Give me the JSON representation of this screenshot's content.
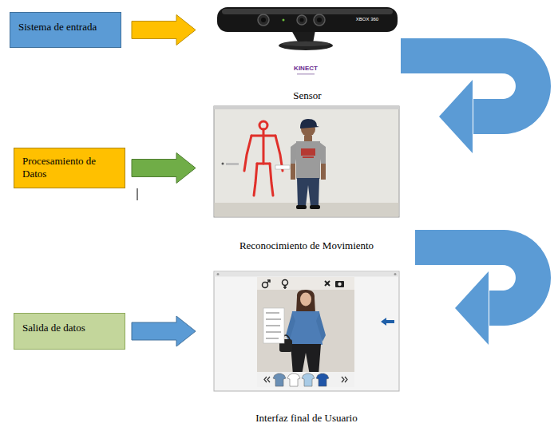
{
  "diagram": {
    "nodes": [
      {
        "text": [
          "Sistema de entrada"
        ]
      },
      {
        "text": [
          "Sensor"
        ]
      },
      {
        "text": [
          "Procesamiento de Datos"
        ]
      },
      {
        "text": [
          "Reconocimiento de Movimiento"
        ]
      },
      {
        "text": [
          "Salida de datos"
        ]
      },
      {
        "text": [
          "Interfaz final de Usuario"
        ]
      }
    ],
    "edges": [
      {
        "from": 0,
        "to": 1,
        "arrow": "to"
      },
      {
        "from": 1,
        "to": 3,
        "arrow": "to"
      },
      {
        "from": 2,
        "to": 3,
        "arrow": "to"
      },
      {
        "from": 3,
        "to": 5,
        "arrow": "to"
      },
      {
        "from": 4,
        "to": 5,
        "arrow": "to"
      }
    ],
    "labels": [
      "KINECT",
      "XBOX 360"
    ]
  }
}
